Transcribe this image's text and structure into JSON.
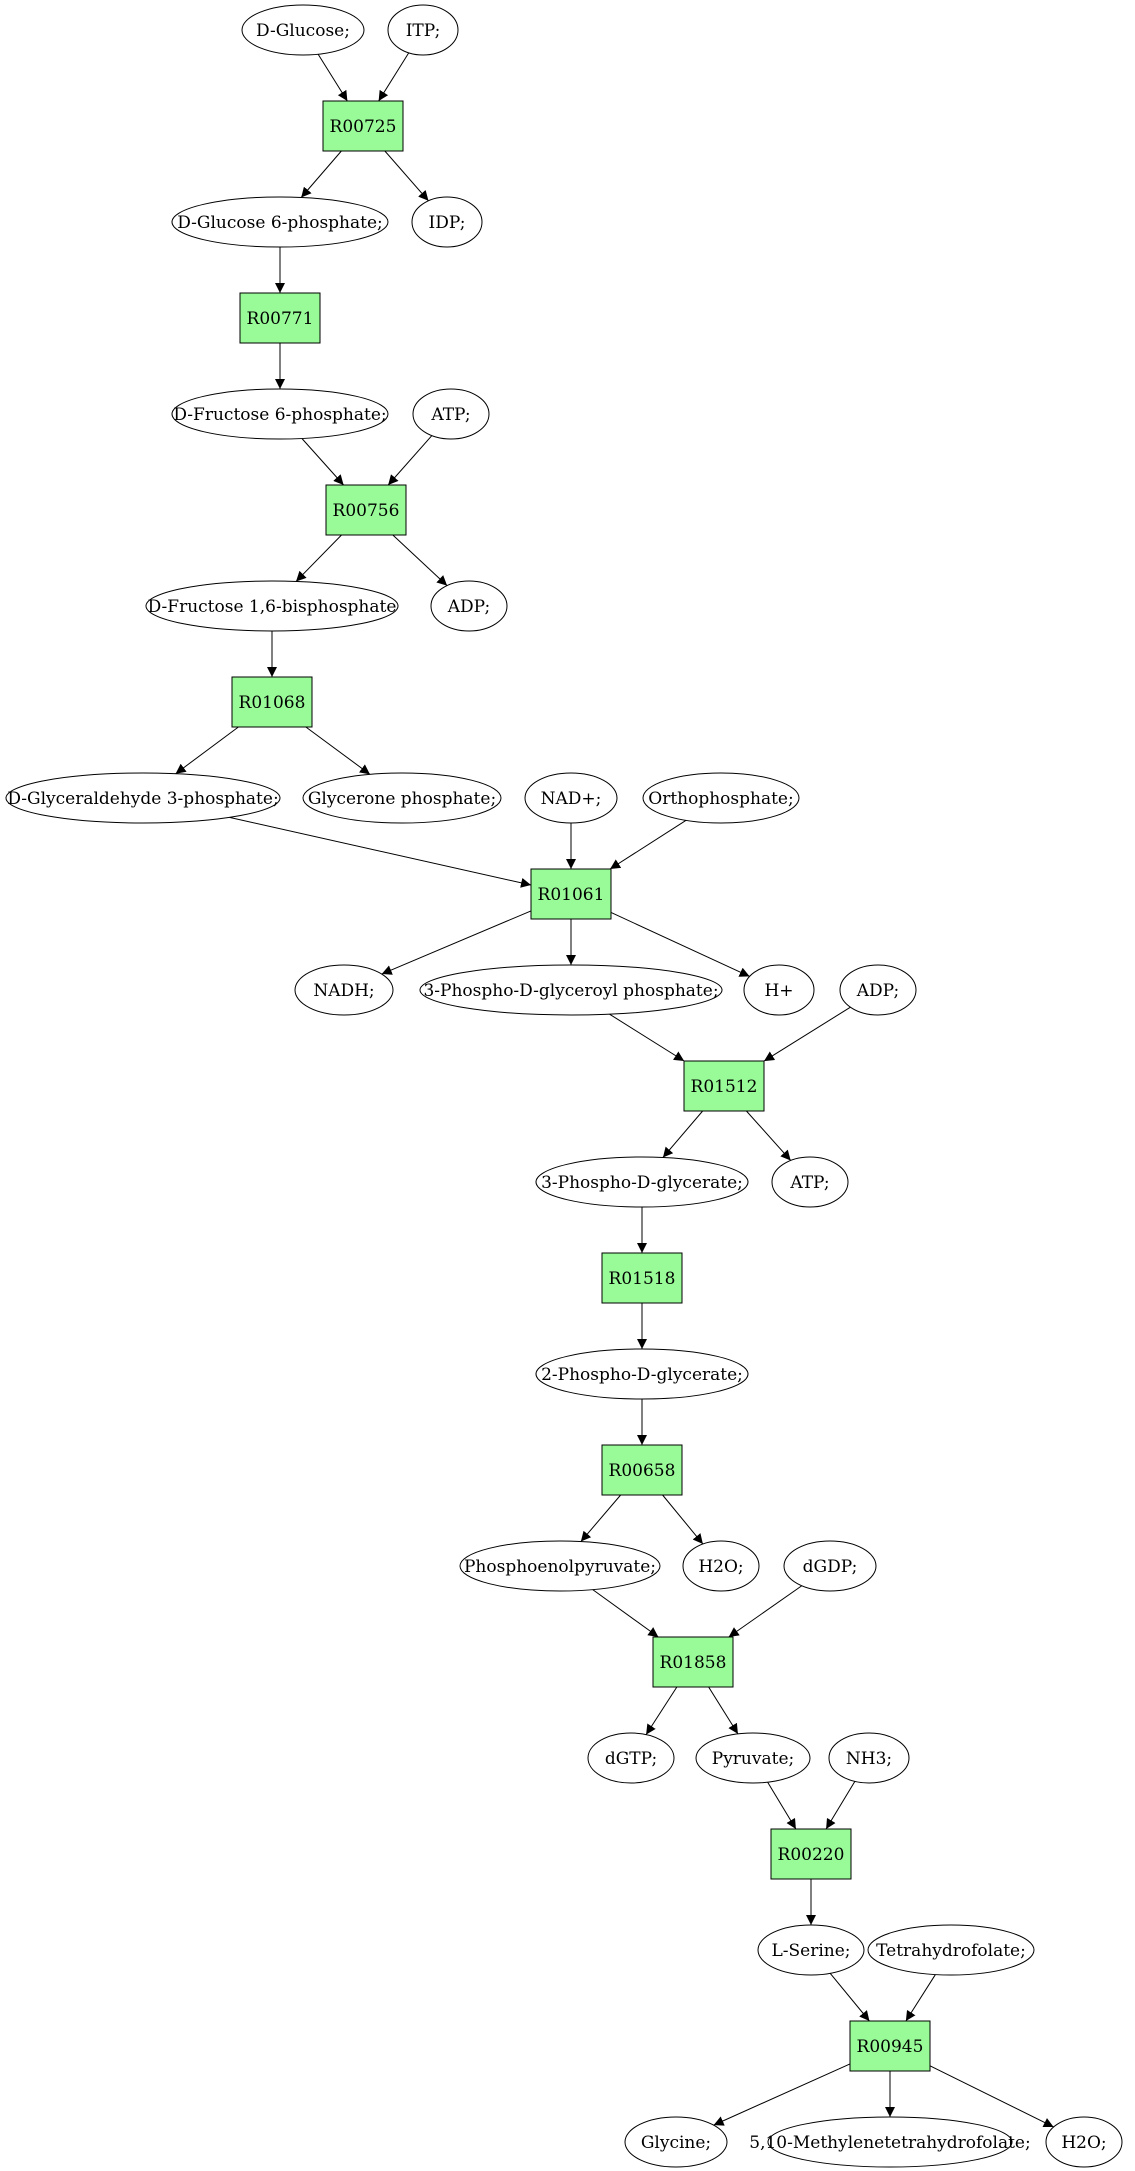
{
  "colors": {
    "start": "#00ee00",
    "end": "#ffff00",
    "reaction": "#98fb98",
    "compound": "#ffffff"
  },
  "nodes": [
    {
      "id": "c_glucose",
      "kind": "compound",
      "label": "D-Glucose;",
      "highlight": "start"
    },
    {
      "id": "c_itp",
      "kind": "compound",
      "label": "ITP;"
    },
    {
      "id": "r_R00725",
      "kind": "reaction",
      "label": "R00725"
    },
    {
      "id": "c_g6p",
      "kind": "compound",
      "label": "D-Glucose 6-phosphate;"
    },
    {
      "id": "c_idp",
      "kind": "compound",
      "label": "IDP;"
    },
    {
      "id": "r_R00771",
      "kind": "reaction",
      "label": "R00771"
    },
    {
      "id": "c_f6p",
      "kind": "compound",
      "label": "D-Fructose 6-phosphate;"
    },
    {
      "id": "c_atp1",
      "kind": "compound",
      "label": "ATP;"
    },
    {
      "id": "r_R00756",
      "kind": "reaction",
      "label": "R00756"
    },
    {
      "id": "c_fbp",
      "kind": "compound",
      "label": "D-Fructose 1,6-bisphosphate"
    },
    {
      "id": "c_adp1",
      "kind": "compound",
      "label": "ADP;"
    },
    {
      "id": "r_R01068",
      "kind": "reaction",
      "label": "R01068"
    },
    {
      "id": "c_gap",
      "kind": "compound",
      "label": "D-Glyceraldehyde 3-phosphate;"
    },
    {
      "id": "c_dhap",
      "kind": "compound",
      "label": "Glycerone phosphate;"
    },
    {
      "id": "c_nad",
      "kind": "compound",
      "label": "NAD+;"
    },
    {
      "id": "c_pi",
      "kind": "compound",
      "label": "Orthophosphate;"
    },
    {
      "id": "r_R01061",
      "kind": "reaction",
      "label": "R01061"
    },
    {
      "id": "c_nadh",
      "kind": "compound",
      "label": "NADH;"
    },
    {
      "id": "c_bpg",
      "kind": "compound",
      "label": "3-Phospho-D-glyceroyl phosphate;"
    },
    {
      "id": "c_h",
      "kind": "compound",
      "label": "H+"
    },
    {
      "id": "c_adp2",
      "kind": "compound",
      "label": "ADP;"
    },
    {
      "id": "r_R01512",
      "kind": "reaction",
      "label": "R01512"
    },
    {
      "id": "c_3pg",
      "kind": "compound",
      "label": "3-Phospho-D-glycerate;"
    },
    {
      "id": "c_atp2",
      "kind": "compound",
      "label": "ATP;"
    },
    {
      "id": "r_R01518",
      "kind": "reaction",
      "label": "R01518"
    },
    {
      "id": "c_2pg",
      "kind": "compound",
      "label": "2-Phospho-D-glycerate;"
    },
    {
      "id": "r_R00658",
      "kind": "reaction",
      "label": "R00658"
    },
    {
      "id": "c_pep",
      "kind": "compound",
      "label": "Phosphoenolpyruvate;"
    },
    {
      "id": "c_h2o1",
      "kind": "compound",
      "label": "H2O;"
    },
    {
      "id": "c_dgdp",
      "kind": "compound",
      "label": "dGDP;"
    },
    {
      "id": "r_R01858",
      "kind": "reaction",
      "label": "R01858"
    },
    {
      "id": "c_dgtp",
      "kind": "compound",
      "label": "dGTP;"
    },
    {
      "id": "c_pyr",
      "kind": "compound",
      "label": "Pyruvate;"
    },
    {
      "id": "c_nh3",
      "kind": "compound",
      "label": "NH3;"
    },
    {
      "id": "r_R00220",
      "kind": "reaction",
      "label": "R00220"
    },
    {
      "id": "c_ser",
      "kind": "compound",
      "label": "L-Serine;"
    },
    {
      "id": "c_thf",
      "kind": "compound",
      "label": "Tetrahydrofolate;"
    },
    {
      "id": "r_R00945",
      "kind": "reaction",
      "label": "R00945"
    },
    {
      "id": "c_gly",
      "kind": "compound",
      "label": "Glycine;",
      "highlight": "end"
    },
    {
      "id": "c_mthf",
      "kind": "compound",
      "label": "5,10-Methylenetetrahydrofolate;"
    },
    {
      "id": "c_h2o2",
      "kind": "compound",
      "label": "H2O;"
    }
  ],
  "edges": [
    [
      "c_glucose",
      "r_R00725"
    ],
    [
      "c_itp",
      "r_R00725"
    ],
    [
      "r_R00725",
      "c_g6p"
    ],
    [
      "r_R00725",
      "c_idp"
    ],
    [
      "c_g6p",
      "r_R00771"
    ],
    [
      "r_R00771",
      "c_f6p"
    ],
    [
      "c_f6p",
      "r_R00756"
    ],
    [
      "c_atp1",
      "r_R00756"
    ],
    [
      "r_R00756",
      "c_fbp"
    ],
    [
      "r_R00756",
      "c_adp1"
    ],
    [
      "c_fbp",
      "r_R01068"
    ],
    [
      "r_R01068",
      "c_gap"
    ],
    [
      "r_R01068",
      "c_dhap"
    ],
    [
      "c_gap",
      "r_R01061"
    ],
    [
      "c_nad",
      "r_R01061"
    ],
    [
      "c_pi",
      "r_R01061"
    ],
    [
      "r_R01061",
      "c_nadh"
    ],
    [
      "r_R01061",
      "c_bpg"
    ],
    [
      "r_R01061",
      "c_h"
    ],
    [
      "c_bpg",
      "r_R01512"
    ],
    [
      "c_adp2",
      "r_R01512"
    ],
    [
      "r_R01512",
      "c_3pg"
    ],
    [
      "r_R01512",
      "c_atp2"
    ],
    [
      "c_3pg",
      "r_R01518"
    ],
    [
      "r_R01518",
      "c_2pg"
    ],
    [
      "c_2pg",
      "r_R00658"
    ],
    [
      "r_R00658",
      "c_pep"
    ],
    [
      "r_R00658",
      "c_h2o1"
    ],
    [
      "c_pep",
      "r_R01858"
    ],
    [
      "c_dgdp",
      "r_R01858"
    ],
    [
      "r_R01858",
      "c_dgtp"
    ],
    [
      "r_R01858",
      "c_pyr"
    ],
    [
      "c_pyr",
      "r_R00220"
    ],
    [
      "c_nh3",
      "r_R00220"
    ],
    [
      "r_R00220",
      "c_ser"
    ],
    [
      "c_ser",
      "r_R00945"
    ],
    [
      "c_thf",
      "r_R00945"
    ],
    [
      "r_R00945",
      "c_gly"
    ],
    [
      "r_R00945",
      "c_mthf"
    ],
    [
      "r_R00945",
      "c_h2o2"
    ]
  ]
}
